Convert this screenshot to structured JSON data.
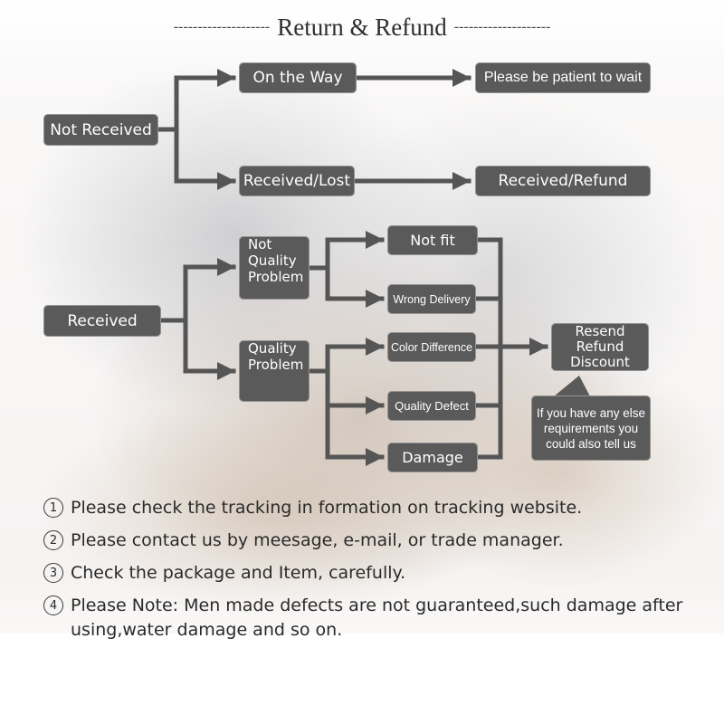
{
  "header": {
    "title": "Return & Refund",
    "dash_left": "--------------------",
    "dash_right": "--------------------"
  },
  "flow": {
    "not_received": "Not Received",
    "on_the_way": "On the Way",
    "please_wait": "Please be patient to wait",
    "received_lost": "Received/Lost",
    "received_refund": "Received/Refund",
    "received": "Received",
    "not_quality_problem": [
      "Not",
      "Quality",
      "Problem"
    ],
    "quality_problem": [
      "Quality",
      "Problem"
    ],
    "not_fit": "Not fit",
    "wrong_delivery": "Wrong Delivery",
    "color_difference": "Color Difference",
    "quality_defect": "Quality Defect",
    "damage": "Damage",
    "resolution": [
      "Resend",
      "Refund",
      "Discount"
    ],
    "callout": [
      "If you have any else",
      "requirements you",
      "could also tell us"
    ]
  },
  "notes": [
    {
      "marker": "1",
      "text": "Please check the tracking in formation on tracking website."
    },
    {
      "marker": "2",
      "text": "Please contact us by meesage, e-mail, or trade manager."
    },
    {
      "marker": "3",
      "text": "Check the package and Item, carefully."
    },
    {
      "marker": "4",
      "text": "Please Note: Men made defects  are not guaranteed,such damage after using,water damage and so on."
    }
  ],
  "colors": {
    "box_fill": "#5a5a5a",
    "arrow": "#555555",
    "text_dark": "#2a2a2a"
  }
}
